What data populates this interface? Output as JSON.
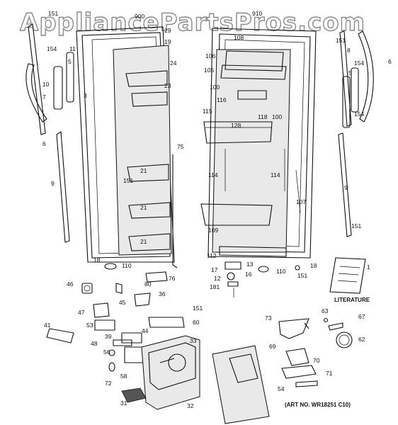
{
  "watermark": "AppliancePartsPros.com",
  "art_number": "(ART NO. WR18251 C10)",
  "literature_label": "LITERATURE",
  "callouts": [
    "151",
    "900",
    "29",
    "19",
    "24",
    "23",
    "11",
    "154",
    "5",
    "10",
    "7",
    "3",
    "6",
    "75",
    "21",
    "151",
    "9",
    "21",
    "21",
    "18",
    "110",
    "80",
    "76",
    "910",
    "8",
    "151",
    "108",
    "106",
    "105",
    "100",
    "116",
    "118",
    "100",
    "115",
    "128",
    "114",
    "114",
    "5",
    "154",
    "154",
    "6",
    "107",
    "9",
    "109",
    "151",
    "112",
    "13",
    "17",
    "16",
    "12",
    "181",
    "110",
    "151",
    "18",
    "1",
    "46",
    "45",
    "36",
    "47",
    "151",
    "53",
    "60",
    "41",
    "39",
    "44",
    "48",
    "33",
    "56",
    "58",
    "72",
    "31",
    "32",
    "73",
    "63",
    "67",
    "62",
    "69",
    "70",
    "71",
    "54"
  ]
}
